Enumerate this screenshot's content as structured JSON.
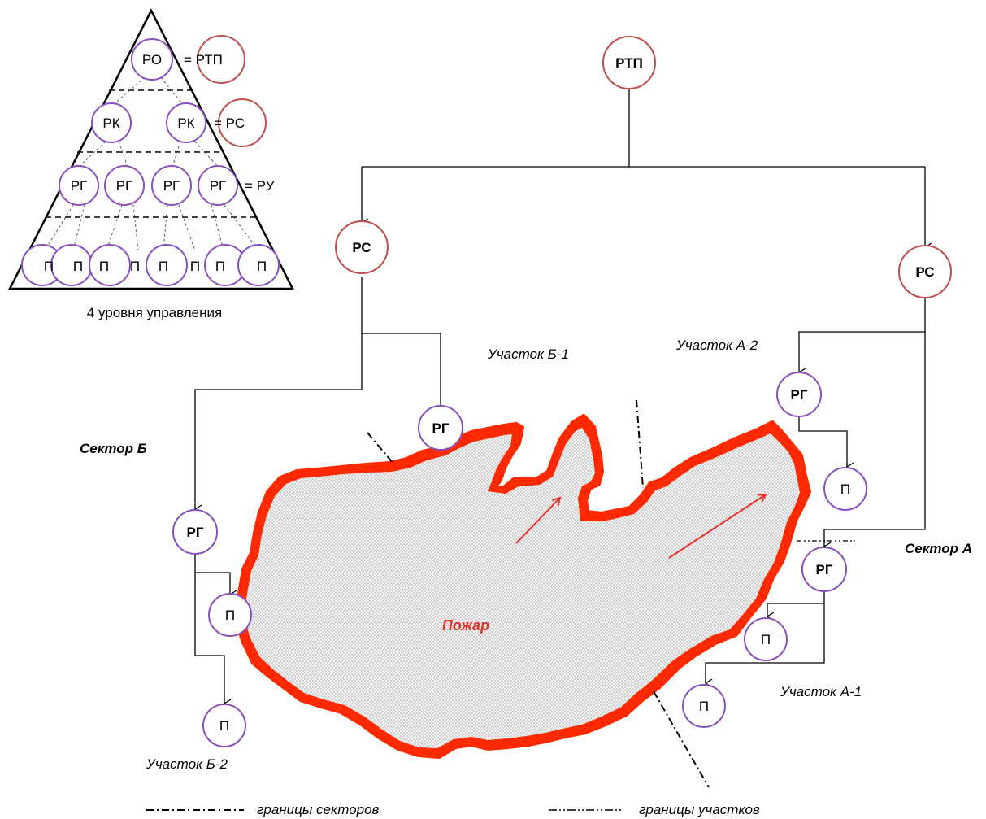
{
  "pyramid": {
    "top": "РО",
    "top_eq": "= РТП",
    "level2": [
      "РК",
      "РК"
    ],
    "level2_eq": "= РС",
    "level3": [
      "РГ",
      "РГ",
      "РГ",
      "РГ"
    ],
    "level3_eq": "= РУ",
    "level4": [
      "П",
      "П",
      "П",
      "П",
      "П",
      "П",
      "П",
      "П"
    ],
    "caption": "4 уровня управления"
  },
  "nodes": {
    "rtp": "РТП",
    "rs_left": "РС",
    "rs_right": "РС",
    "rg_b1": "РГ",
    "rg_b2": "РГ",
    "rg_a2": "РГ",
    "rg_a1": "РГ",
    "p_b2_1": "П",
    "p_b2_2": "П",
    "p_a2": "П",
    "p_a1_1": "П",
    "p_a1_2": "П"
  },
  "labels": {
    "sector_b": "Сектор Б",
    "sector_a": "Сектор А",
    "area_b1": "Участок Б-1",
    "area_b2": "Участок Б-2",
    "area_a1": "Участок А-1",
    "area_a2": "Участок А-2",
    "fire": "Пожар"
  },
  "legend": {
    "sectors": "границы секторов",
    "areas": "границы участков"
  },
  "colors": {
    "purple": "#8a4fbf",
    "brown": "#c0504d",
    "fire": "#ff2a00"
  }
}
